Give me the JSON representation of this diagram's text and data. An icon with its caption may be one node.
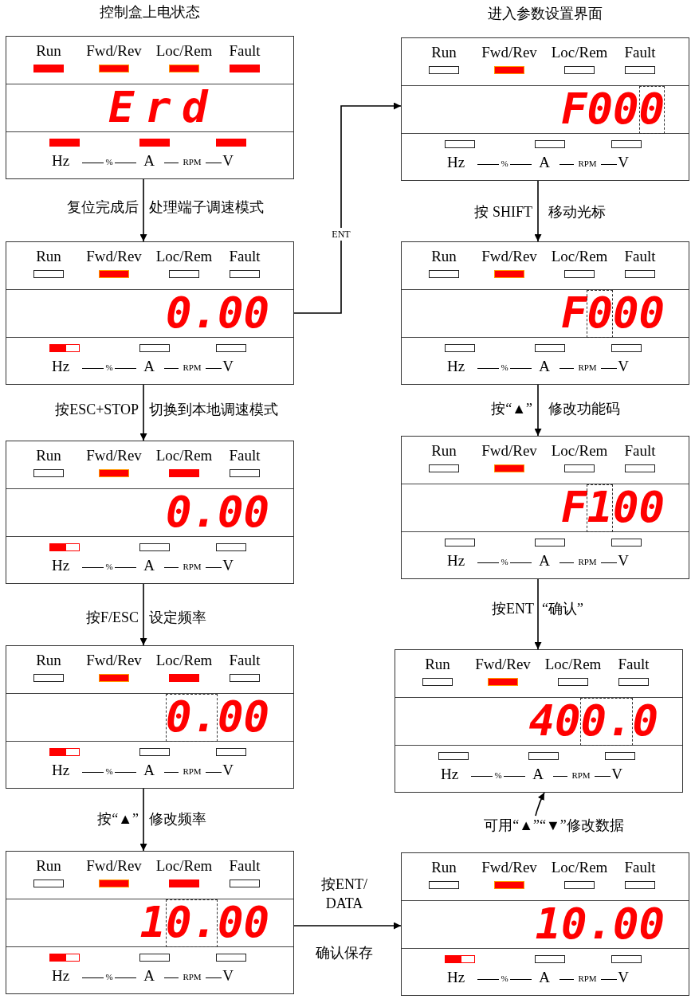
{
  "diagram": {
    "nodes": [
      {
        "text": [
          "Run",
          "Fwd/Rev",
          "Loc/Rem",
          "Fault",
          "Erd",
          "Hz",
          "%",
          "A",
          "RPM",
          "V"
        ],
        "beside": [
          "控制盒上电状态"
        ]
      },
      {
        "text": [
          "Run",
          "Fwd/Rev",
          "Loc/Rem",
          "Fault",
          "0.00",
          "Hz",
          "%",
          "A",
          "RPM",
          "V"
        ]
      },
      {
        "text": [
          "Run",
          "Fwd/Rev",
          "Loc/Rem",
          "Fault",
          "0.00",
          "Hz",
          "%",
          "A",
          "RPM",
          "V"
        ]
      },
      {
        "text": [
          "Run",
          "Fwd/Rev",
          "Loc/Rem",
          "Fault",
          "0.00",
          "Hz",
          "%",
          "A",
          "RPM",
          "V"
        ]
      },
      {
        "text": [
          "Run",
          "Fwd/Rev",
          "Loc/Rem",
          "Fault",
          "10.00",
          "Hz",
          "%",
          "A",
          "RPM",
          "V"
        ]
      },
      {
        "text": [
          "Run",
          "Fwd/Rev",
          "Loc/Rem",
          "Fault",
          "F000",
          "Hz",
          "%",
          "A",
          "RPM",
          "V"
        ],
        "beside": [
          "进入参数设置界面"
        ]
      },
      {
        "text": [
          "Run",
          "Fwd/Rev",
          "Loc/Rem",
          "Fault",
          "F000",
          "Hz",
          "%",
          "A",
          "RPM",
          "V"
        ]
      },
      {
        "text": [
          "Run",
          "Fwd/Rev",
          "Loc/Rem",
          "Fault",
          "F100",
          "Hz",
          "%",
          "A",
          "RPM",
          "V"
        ]
      },
      {
        "text": [
          "Run",
          "Fwd/Rev",
          "Loc/Rem",
          "Fault",
          "400.0",
          "Hz",
          "%",
          "A",
          "RPM",
          "V"
        ]
      },
      {
        "text": [
          "Run",
          "Fwd/Rev",
          "Loc/Rem",
          "Fault",
          "10.00",
          "Hz",
          "%",
          "A",
          "RPM",
          "V"
        ]
      }
    ],
    "edges": [
      {
        "from": 0,
        "to": 1,
        "arrow": "to",
        "label": "复位完成后"
      },
      {
        "from": 1,
        "to": 5,
        "arrow": "to",
        "label": "ENT"
      },
      {
        "from": 1,
        "to": 2,
        "arrow": "to",
        "label": "按ESC+STOP"
      },
      {
        "from": 2,
        "to": 3,
        "arrow": "to",
        "label": "按F/ESC"
      },
      {
        "from": 3,
        "to": 4,
        "arrow": "to",
        "label": "按“▲”"
      },
      {
        "from": 5,
        "to": 6,
        "arrow": "to",
        "label": "按 SHIFT"
      },
      {
        "from": 6,
        "to": 7,
        "arrow": "to",
        "label": "按“▲”"
      },
      {
        "from": 7,
        "to": 8,
        "arrow": "to",
        "label": "按ENT"
      },
      {
        "from": 4,
        "to": 9,
        "arrow": "to",
        "label": "按ENT/ DATA"
      },
      {
        "from": null,
        "to": 8,
        "arrow": "to",
        "label": "可用“▲”“▼”修改数据"
      }
    ],
    "labels": [
      "处理端子调速模式",
      "切换到本地调速模式",
      "设定频率",
      "修改频率",
      "移动光标",
      "修改功能码",
      "“确认”",
      "确认保存"
    ]
  }
}
